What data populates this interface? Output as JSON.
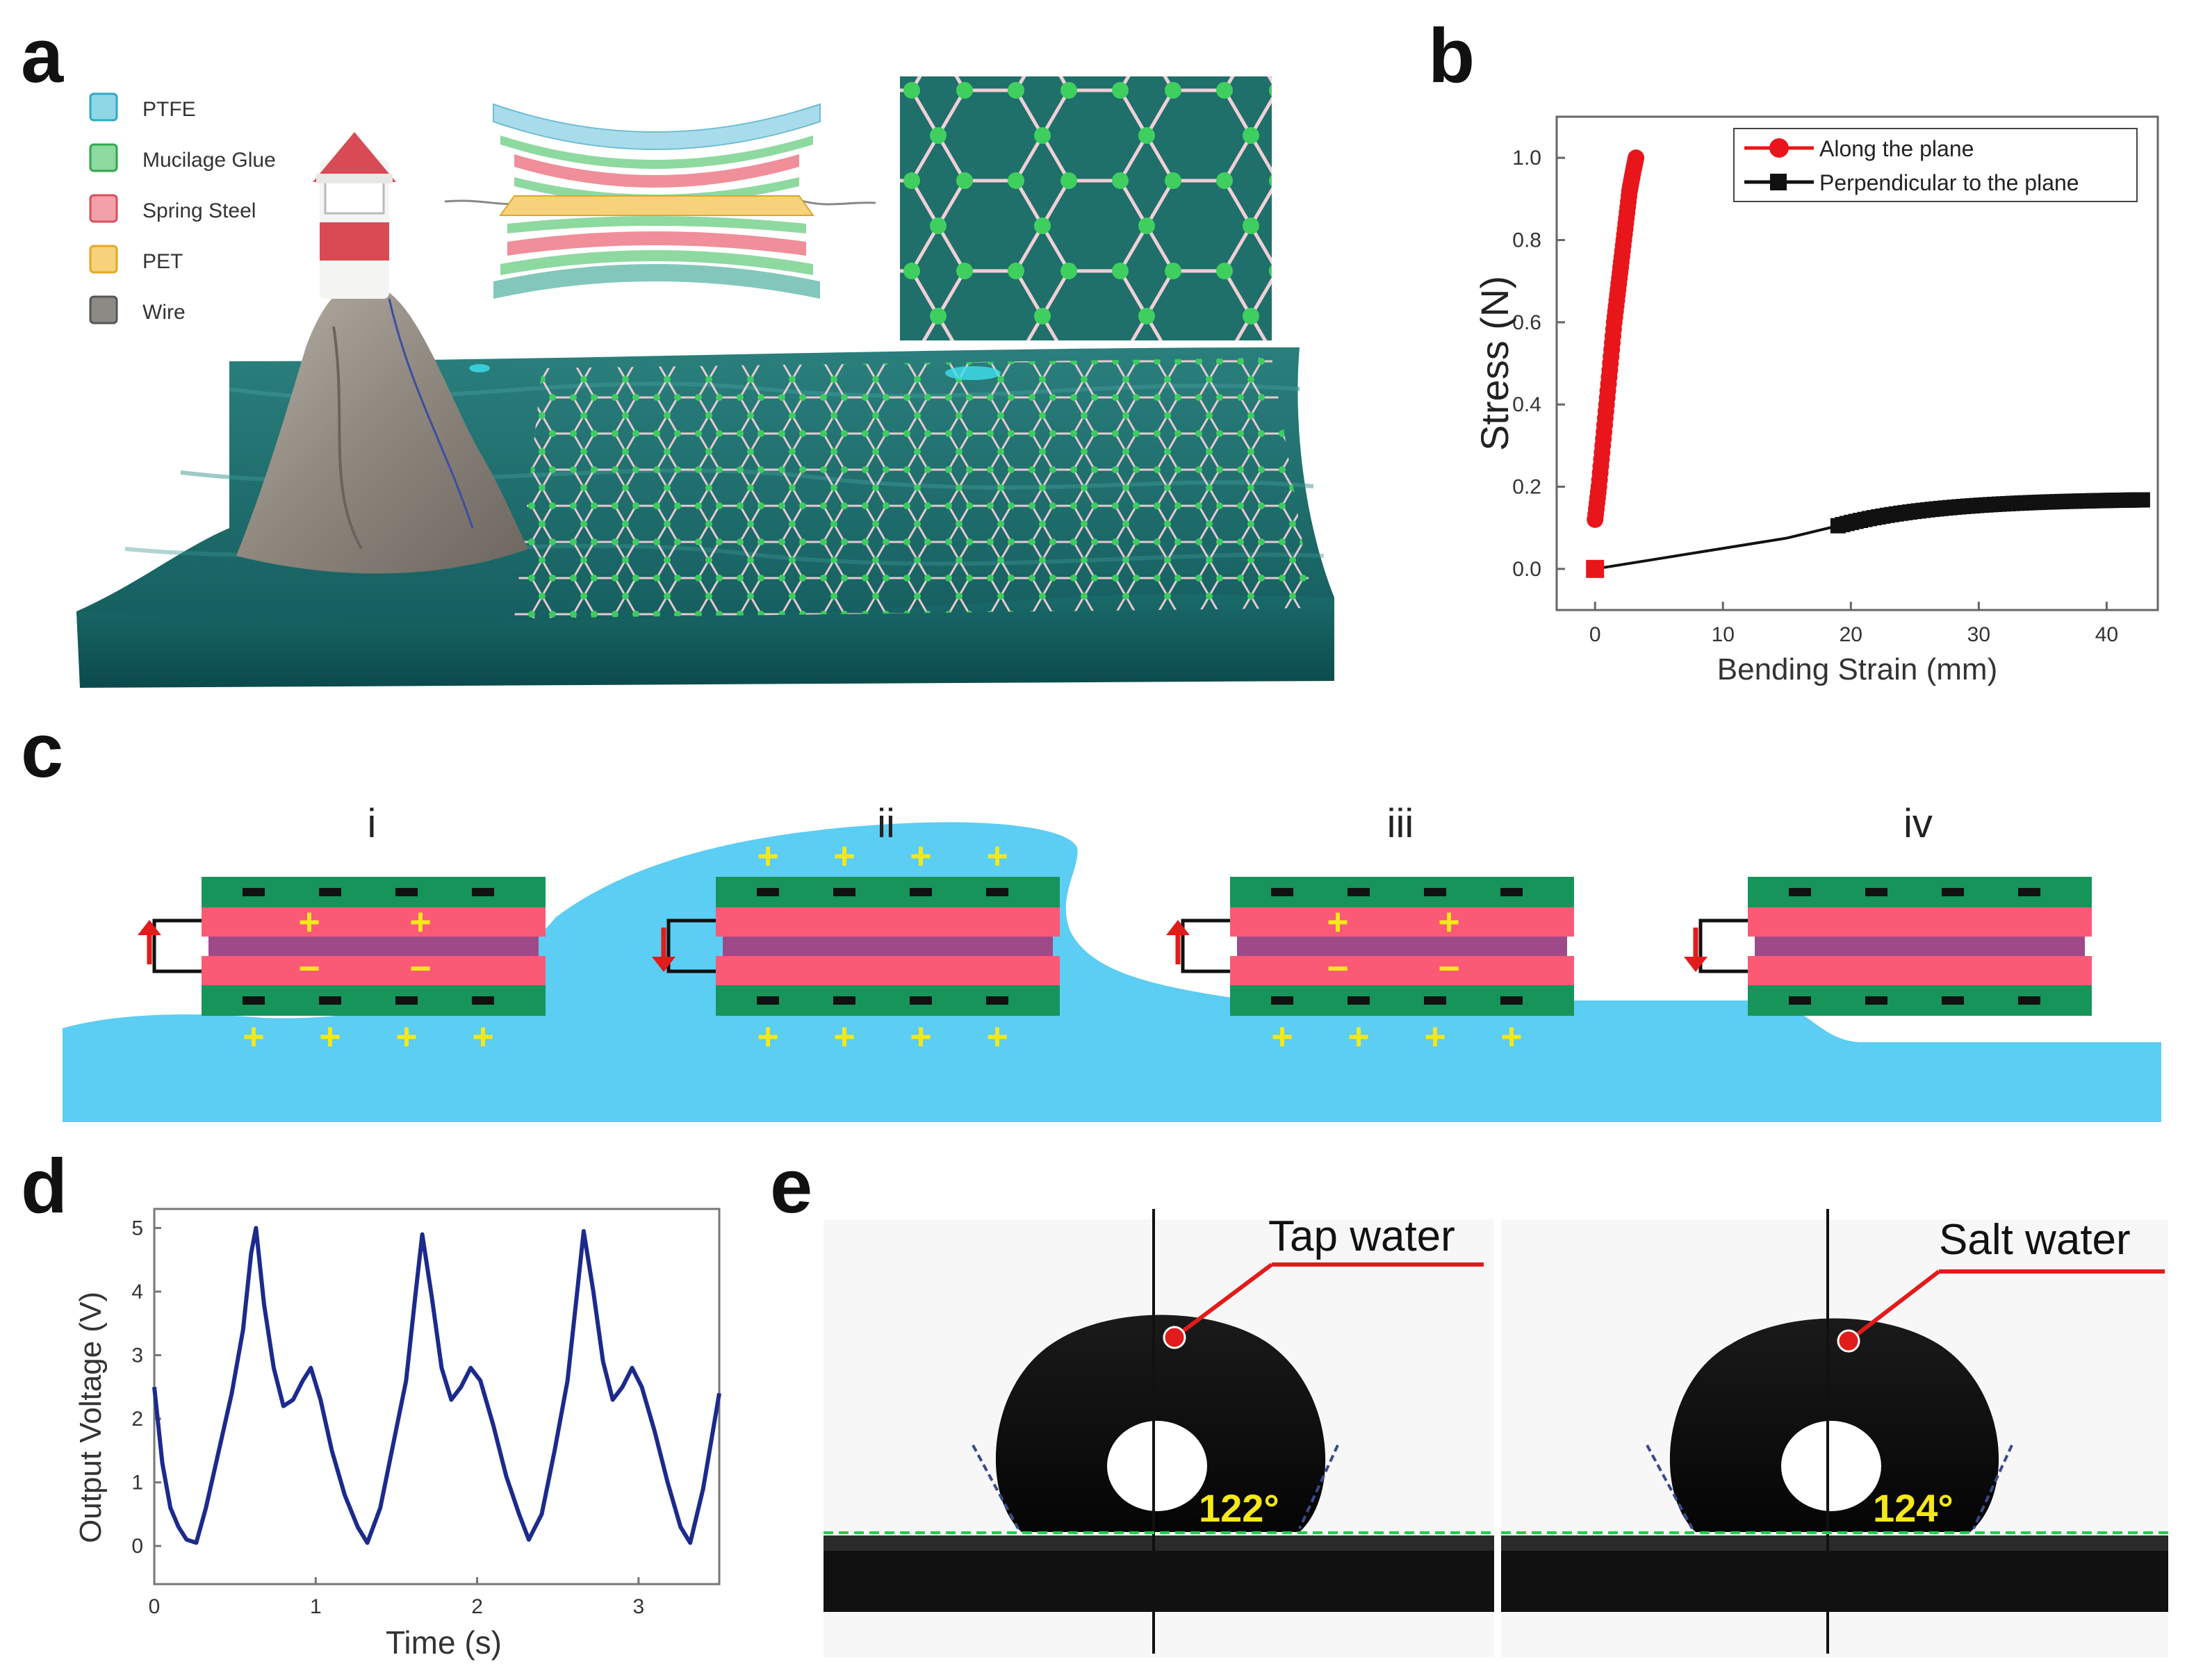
{
  "panels": {
    "a": {
      "label": "a",
      "legend": [
        {
          "name": "PTFE",
          "color": "#8fd7e6"
        },
        {
          "name": "Mucilage Glue",
          "color": "#8ed9a0"
        },
        {
          "name": "Spring Steel",
          "color": "#f2a0aa"
        },
        {
          "name": "PET",
          "color": "#f6d27a"
        },
        {
          "name": "Wire",
          "color": "#8d8a86"
        }
      ]
    },
    "b": {
      "label": "b"
    },
    "c": {
      "label": "c",
      "stages": [
        "i",
        "ii",
        "iii",
        "iv"
      ],
      "plus_sign": "+",
      "minus_sign": "−"
    },
    "d": {
      "label": "d"
    },
    "e": {
      "label": "e",
      "drops": [
        {
          "liquid": "Tap water",
          "angle": "122°"
        },
        {
          "liquid": "Salt water",
          "angle": "124°"
        }
      ]
    }
  },
  "chart_data": [
    {
      "id": "b",
      "type": "scatter",
      "xlabel": "Bending Strain (mm)",
      "ylabel": "Stress (N)",
      "xlim": [
        -3,
        44
      ],
      "ylim": [
        -0.1,
        1.1
      ],
      "xticks": [
        "0",
        "10",
        "20",
        "30",
        "40"
      ],
      "yticks": [
        "0.0",
        "0.2",
        "0.4",
        "0.6",
        "0.8",
        "1.0"
      ],
      "legend_position": "top-right",
      "series": [
        {
          "name": "Along the plane",
          "color": "#e8161b",
          "marker": "circle",
          "x": [
            0,
            0.3,
            0.6,
            0.9,
            1.2,
            1.5,
            1.8,
            2.1,
            2.4,
            2.7,
            3.0,
            3.2
          ],
          "y": [
            0.12,
            0.2,
            0.3,
            0.4,
            0.5,
            0.6,
            0.68,
            0.76,
            0.84,
            0.92,
            0.97,
            1.0
          ]
        },
        {
          "name": "Perpendicular to the plane",
          "color": "#111111",
          "marker": "square",
          "x": [
            0,
            5,
            10,
            15,
            19,
            22,
            25,
            28,
            31,
            34,
            37,
            40,
            43
          ],
          "y": [
            0.0,
            0.025,
            0.05,
            0.075,
            0.105,
            0.12,
            0.13,
            0.14,
            0.15,
            0.158,
            0.163,
            0.166,
            0.168
          ]
        }
      ]
    },
    {
      "id": "d",
      "type": "line",
      "xlabel": "Time (s)",
      "ylabel": "Output Voltage (V)",
      "xlim": [
        0,
        3.5
      ],
      "ylim": [
        -0.6,
        5.3
      ],
      "xticks": [
        "0",
        "1",
        "2",
        "3"
      ],
      "yticks": [
        "0",
        "1",
        "2",
        "3",
        "4",
        "5"
      ],
      "series": [
        {
          "name": "",
          "color": "#1c2a8c",
          "x": [
            0,
            0.05,
            0.1,
            0.15,
            0.2,
            0.26,
            0.32,
            0.4,
            0.48,
            0.55,
            0.6,
            0.63,
            0.68,
            0.74,
            0.8,
            0.86,
            0.92,
            0.97,
            1.03,
            1.1,
            1.18,
            1.26,
            1.32,
            1.4,
            1.48,
            1.56,
            1.62,
            1.66,
            1.72,
            1.78,
            1.84,
            1.9,
            1.96,
            2.02,
            2.1,
            2.18,
            2.26,
            2.32,
            2.4,
            2.48,
            2.56,
            2.62,
            2.66,
            2.72,
            2.78,
            2.84,
            2.9,
            2.96,
            3.02,
            3.1,
            3.18,
            3.26,
            3.32,
            3.4,
            3.5
          ],
          "y": [
            2.5,
            1.3,
            0.6,
            0.3,
            0.1,
            0.05,
            0.6,
            1.5,
            2.4,
            3.4,
            4.6,
            5.0,
            3.8,
            2.8,
            2.2,
            2.3,
            2.6,
            2.8,
            2.3,
            1.5,
            0.8,
            0.3,
            0.05,
            0.6,
            1.6,
            2.6,
            4.0,
            4.9,
            3.9,
            2.8,
            2.3,
            2.5,
            2.8,
            2.6,
            1.9,
            1.1,
            0.5,
            0.1,
            0.5,
            1.5,
            2.6,
            4.0,
            4.95,
            4.0,
            2.9,
            2.3,
            2.5,
            2.8,
            2.5,
            1.8,
            1.0,
            0.3,
            0.05,
            0.9,
            2.4
          ]
        }
      ]
    }
  ]
}
